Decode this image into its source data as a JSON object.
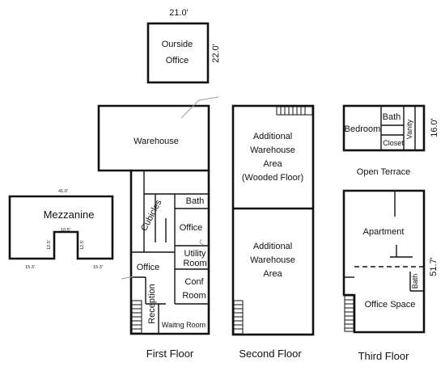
{
  "outside_office": {
    "label_line1": "Ourside",
    "label_line2": "Office",
    "width_dim": "21.0'",
    "height_dim": "22.0'"
  },
  "mezzanine": {
    "label": "Mezzanine",
    "width_dim": "41.0'",
    "notch_width_dim": "10.5'",
    "notch_left_dim": "12.5'",
    "notch_right_dim": "12.5'",
    "leg_left_dim": "15.3'",
    "leg_right_dim": "15.3'"
  },
  "first_floor": {
    "caption": "First Floor",
    "rooms": {
      "warehouse": "Warehouse",
      "cubicles": "Cubicles",
      "bath": "Bath",
      "office_right": "Office",
      "utility_line1": "Utility",
      "utility_line2": "Room",
      "office_left": "Office",
      "conf_line1": "Conf",
      "conf_line2": "Room",
      "reception": "Reception",
      "waiting_room": "Waitng Room"
    }
  },
  "second_floor": {
    "caption": "Second Floor",
    "upper_line1": "Additional",
    "upper_line2": "Warehouse",
    "upper_line3": "Area",
    "upper_line4": "(Wooded Floor)",
    "lower_line1": "Additional",
    "lower_line2": "Warehouse",
    "lower_line3": "Area"
  },
  "third_floor": {
    "caption": "Third Floor",
    "bedroom": "Bedroom",
    "bath_top": "Bath",
    "vanity": "Vanity",
    "closet": "Closet",
    "top_depth_dim": "16.0'",
    "open_terrace": "Open Terrace",
    "apartment": "Apartment",
    "bath_bottom": "Bath",
    "office_space": "Office Space",
    "depth_dim": "51.7'"
  }
}
